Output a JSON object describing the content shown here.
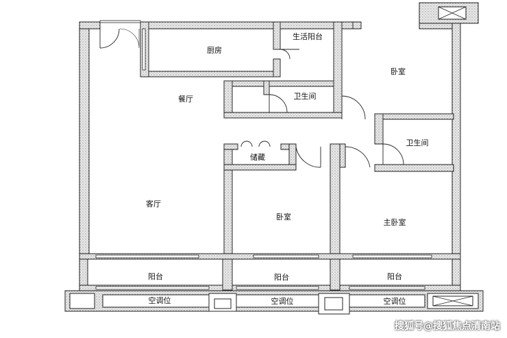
{
  "rooms": {
    "kitchen": "厨房",
    "service_balcony": "生活阳台",
    "dining": "餐厅",
    "bathroom_1": "卫生间",
    "bathroom_2": "卫生间",
    "bedroom_ne": "卧室",
    "storage": "储藏",
    "living": "客厅",
    "bedroom_mid": "卧室",
    "master_bedroom": "主卧室",
    "balcony_1": "阳台",
    "balcony_2": "阳台",
    "balcony_3": "阳台",
    "ac_1": "空调位",
    "ac_2": "空调位",
    "ac_3": "空调位"
  },
  "watermark": "搜狐号@搜狐焦点清南站",
  "colors": {
    "wall_fill": "#e6e6e6",
    "wall_stroke": "#222222",
    "background": "#ffffff"
  }
}
